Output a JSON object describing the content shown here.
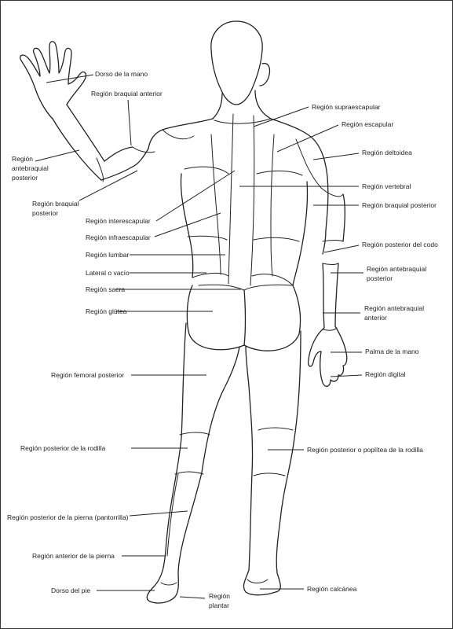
{
  "labels": {
    "dorso_mano": "Dorso de la mano",
    "braquial_anterior": "Región braquial anterior",
    "antebraquial_posterior_left_1": "Región",
    "antebraquial_posterior_left_2": "antebraquial",
    "antebraquial_posterior_left_3": "posterior",
    "braquial_posterior_left_1": "Región braquial",
    "braquial_posterior_left_2": "posterior",
    "interescapular": "Región interescapular",
    "infraescapular": "Región infraescapular",
    "lumbar": "Región lumbar",
    "lateral_vacio": "Lateral o vacío",
    "sacra": "Región sacra",
    "glutea": "Región glútea",
    "femoral_posterior": "Región femoral posterior",
    "posterior_rodilla": "Región posterior de la rodilla",
    "posterior_pierna": "Región posterior de la pierna (pantorrilla)",
    "anterior_pierna": "Región anterior de la pierna",
    "dorso_pie": "Dorso del pie",
    "plantar_1": "Región",
    "plantar_2": "plantar",
    "supraescapular": "Región supraescapular",
    "escapular": "Región escapular",
    "deltoidea": "Región deltoidea",
    "vertebral": "Región vertebral",
    "braquial_posterior_right": "Región braquial posterior",
    "posterior_codo": "Región posterior del codo",
    "antebraquial_posterior_right_1": "Región antebraquial",
    "antebraquial_posterior_right_2": "posterior",
    "antebraquial_anterior_1": "Región antebraquial",
    "antebraquial_anterior_2": "anterior",
    "palma_mano": "Palma de la mano",
    "digital": "Región digital",
    "poplitea": "Región posterior o poplítea de la rodilla",
    "calcanea": "Región calcánea"
  }
}
